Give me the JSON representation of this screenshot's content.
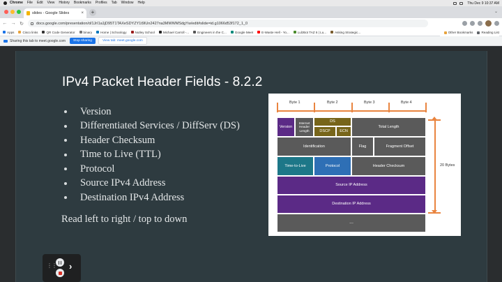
{
  "menubar": {
    "app": "Chrome",
    "items": [
      "File",
      "Edit",
      "View",
      "History",
      "Bookmarks",
      "Profiles",
      "Tab",
      "Window",
      "Help"
    ],
    "clock": "Thu Dec 9  10:37 AM"
  },
  "tab": {
    "title": "slides - Google Slides"
  },
  "omnibox": {
    "url": "docs.google.com/presentation/d/1JrI1a1jD95T1TAXeSDYZY1t9IUn2427na3MWWMSdgYw/edit#slide=id.g1066d53f172_1_0"
  },
  "bookmarks": {
    "items": [
      "Apps",
      "Cisco links",
      "QR Code Generator",
      "binary",
      "Home | Schoology",
      "Nutley School",
      "Michael Carroll -...",
      "Engineers in the C...",
      "Google Meet",
      "E-Waste Hell - Yo...",
      "LulzBot TAZ 6 | Lu...",
      "Asking Strategic..."
    ],
    "other": "Other Bookmarks",
    "reading": "Reading List"
  },
  "sharebar": {
    "message": "Sharing this tab to meet.google.com",
    "stop": "Stop sharing",
    "view": "View tab: meet.google.com"
  },
  "slide": {
    "title": "IPv4 Packet Header Fields - 8.2.2",
    "bullets": [
      "Version",
      "Differentiated Services / DiffServ (DS)",
      "Header Checksum",
      "Time to Live (TTL)",
      "Protocol",
      "Source IPv4 Address",
      "Destination IPv4 Address"
    ],
    "footnote": "Read left to right / top to down"
  },
  "diagram": {
    "bytes": [
      "Byte 1",
      "Byte 2",
      "Byte 3",
      "Byte 4"
    ],
    "version": "Version",
    "ihl": "Internet Header Length",
    "ds": "DS",
    "dscp": "DSCP",
    "ecn": "ECN",
    "total_length": "Total Length",
    "identification": "Identification",
    "flag": "Flag",
    "fragment_offset": "Fragment Offset",
    "ttl": "Time-to-Live",
    "protocol": "Protocol",
    "header_checksum": "Header Checksum",
    "source": "Source IP Address",
    "destination": "Destination IP Address",
    "options": "...",
    "size": "20 Bytes"
  },
  "colors": {
    "slide_bg": "#2e3b40",
    "gray": "#5a5a5a",
    "purple": "#5b2a86",
    "olive": "#77651a",
    "teal": "#1d7788",
    "blue": "#2e6fb5",
    "arrow": "#e9843f"
  }
}
